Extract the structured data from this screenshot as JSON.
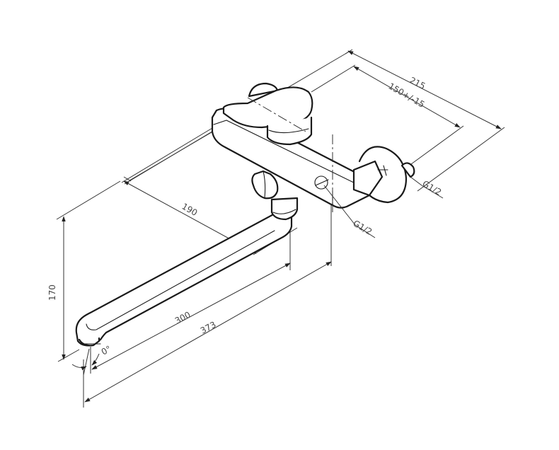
{
  "drawing": {
    "title": "Wall-mounted single-lever bath/kitchen mixer with long swivel spout — dimensional drawing",
    "units": "mm",
    "line_color": "#1a1a1a",
    "background": "#ffffff"
  },
  "dimensions": {
    "overall_depth": "215",
    "inlet_spacing": "150+/-15",
    "spout_reach_from_wall": "190",
    "spout_length": "300",
    "overall_length": "373",
    "height": "170",
    "spout_angle": "0°"
  },
  "connections": {
    "inlet_thread_right": "G1/2",
    "inlet_thread_center": "G1/2"
  },
  "components": [
    "lever-handle",
    "mixer-body",
    "diverter-knob",
    "eccentric-connector",
    "wall-flange",
    "swivel-spout",
    "aerator"
  ]
}
